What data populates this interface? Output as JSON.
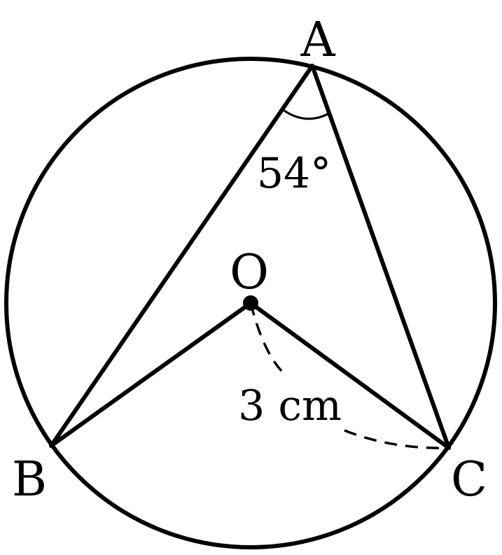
{
  "points": {
    "A": "A",
    "B": "B",
    "C": "C",
    "O": "O"
  },
  "angle_A": "54°",
  "radius_label": "3 cm",
  "colors": {
    "stroke": "#000000",
    "background": "#ffffff"
  }
}
